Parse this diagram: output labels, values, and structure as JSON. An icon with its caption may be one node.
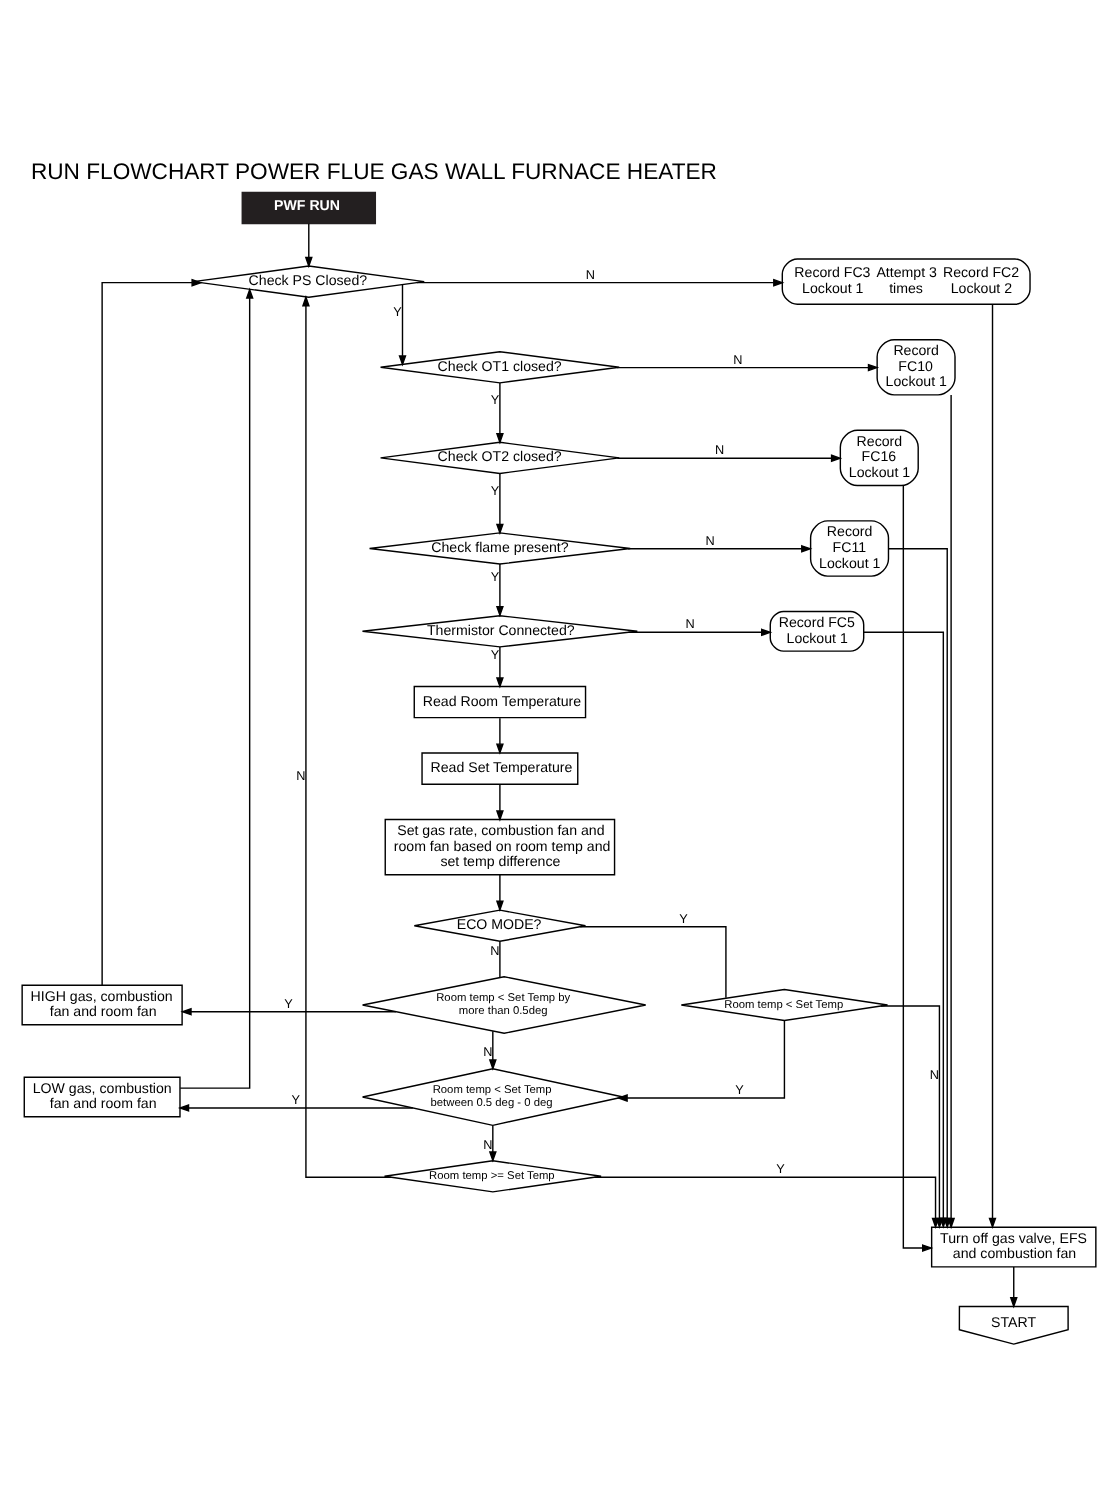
{
  "diagram": {
    "title": "RUN FLOWCHART POWER FLUE GAS WALL FURNACE HEATER",
    "nodes": [
      {
        "text": [
          "PWF RUN"
        ]
      },
      {
        "text": [
          "Check PS Closed?"
        ]
      },
      {
        "text": [
          "Record FC3 Lockout 1",
          "Attempt 3 times",
          "Record FC2 Lockout 2"
        ]
      },
      {
        "text": [
          "Check OT1 closed?"
        ]
      },
      {
        "text": [
          "Record FC10 Lockout 1"
        ]
      },
      {
        "text": [
          "Check OT2 closed?"
        ]
      },
      {
        "text": [
          "Record FC16 Lockout 1"
        ]
      },
      {
        "text": [
          "Check flame present?"
        ]
      },
      {
        "text": [
          "Record FC11 Lockout 1"
        ]
      },
      {
        "text": [
          "Thermistor Connected?"
        ]
      },
      {
        "text": [
          "Record FC5 Lockout 1"
        ]
      },
      {
        "text": [
          "Read Room Temperature"
        ]
      },
      {
        "text": [
          "Read Set Temperature"
        ]
      },
      {
        "text": [
          "Set gas rate, combustion fan and room fan based on room temp and set temp difference"
        ]
      },
      {
        "text": [
          "ECO MODE?"
        ]
      },
      {
        "text": [
          "HIGH gas, combustion fan and room fan"
        ]
      },
      {
        "text": [
          "Room temp < Set Temp by more than 0.5deg"
        ]
      },
      {
        "text": [
          "Room temp < Set Temp"
        ]
      },
      {
        "text": [
          "LOW gas, combustion fan and room fan"
        ]
      },
      {
        "text": [
          "Room temp < Set Temp between 0.5 deg - 0 deg"
        ]
      },
      {
        "text": [
          "Room temp >= Set Temp"
        ]
      },
      {
        "text": [
          "Turn off gas valve, EFS and combustion fan"
        ]
      },
      {
        "text": [
          "START"
        ]
      }
    ],
    "edges": [
      {
        "from": 0,
        "to": 1,
        "arrow": "to"
      },
      {
        "from": 1,
        "to": 2,
        "arrow": "to",
        "label": "N"
      },
      {
        "from": 1,
        "to": 3,
        "arrow": "to",
        "label": "Y"
      },
      {
        "from": 2,
        "to": 21,
        "arrow": "to"
      },
      {
        "from": 3,
        "to": 4,
        "arrow": "to",
        "label": "N"
      },
      {
        "from": 3,
        "to": 5,
        "arrow": "to",
        "label": "Y"
      },
      {
        "from": 4,
        "to": 21,
        "arrow": "to"
      },
      {
        "from": 5,
        "to": 6,
        "arrow": "to",
        "label": "N"
      },
      {
        "from": 5,
        "to": 7,
        "arrow": "to",
        "label": "Y"
      },
      {
        "from": 6,
        "to": 21,
        "arrow": "to"
      },
      {
        "from": 7,
        "to": 8,
        "arrow": "to",
        "label": "N"
      },
      {
        "from": 7,
        "to": 9,
        "arrow": "to",
        "label": "Y"
      },
      {
        "from": 8,
        "to": 21,
        "arrow": "to"
      },
      {
        "from": 9,
        "to": 10,
        "arrow": "to",
        "label": "N"
      },
      {
        "from": 9,
        "to": 11,
        "arrow": "to",
        "label": "Y"
      },
      {
        "from": 10,
        "to": 21,
        "arrow": "to"
      },
      {
        "from": 11,
        "to": 12,
        "arrow": "to"
      },
      {
        "from": 12,
        "to": 13,
        "arrow": "to"
      },
      {
        "from": 13,
        "to": 14,
        "arrow": "to"
      },
      {
        "from": 14,
        "to": 16,
        "arrow": "none",
        "label": "N"
      },
      {
        "from": 14,
        "to": 17,
        "arrow": "none",
        "label": "Y"
      },
      {
        "from": 16,
        "to": 15,
        "arrow": "to",
        "label": "Y"
      },
      {
        "from": 16,
        "to": 19,
        "arrow": "to",
        "label": "N"
      },
      {
        "from": 17,
        "to": 19,
        "arrow": "to",
        "label": "Y"
      },
      {
        "from": 17,
        "to": 21,
        "arrow": "to",
        "label": "N"
      },
      {
        "from": 15,
        "to": 1,
        "arrow": "to"
      },
      {
        "from": 19,
        "to": 18,
        "arrow": "to",
        "label": "Y"
      },
      {
        "from": 19,
        "to": 20,
        "arrow": "to",
        "label": "N"
      },
      {
        "from": 18,
        "to": 1,
        "arrow": "to"
      },
      {
        "from": 20,
        "to": 1,
        "arrow": "to",
        "label": "N"
      },
      {
        "from": 20,
        "to": 21,
        "arrow": "to",
        "label": "Y"
      },
      {
        "from": 21,
        "to": 22,
        "arrow": "to"
      }
    ]
  }
}
